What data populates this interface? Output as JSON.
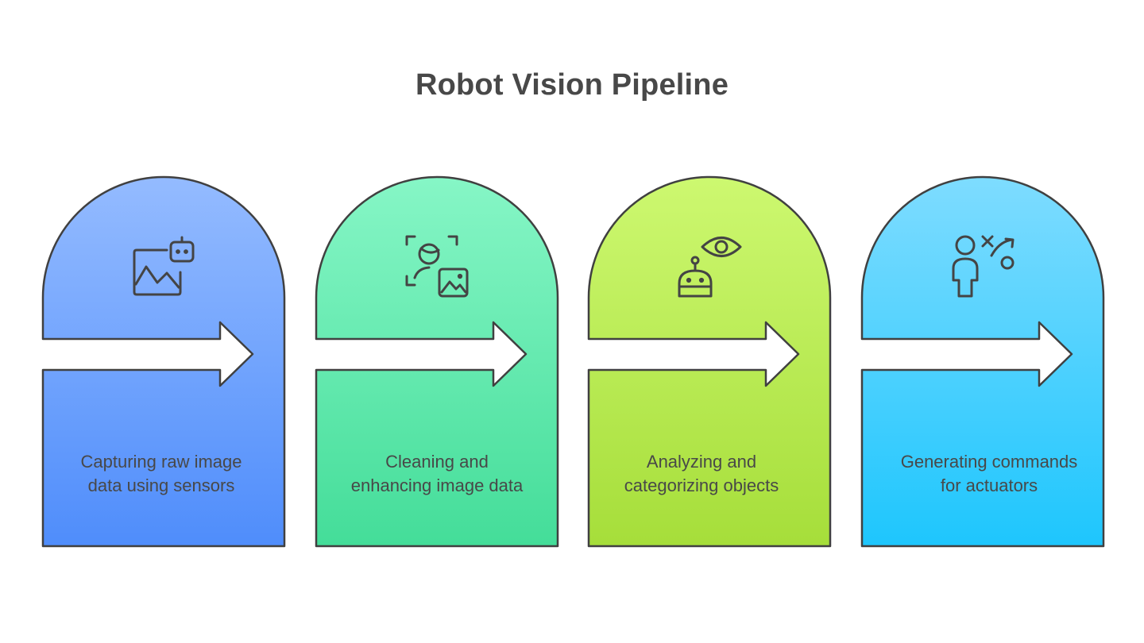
{
  "title": "Robot Vision Pipeline",
  "steps": [
    {
      "lines": [
        "Capturing raw image",
        "data using sensors"
      ],
      "icon": "image-robot-icon",
      "color_top": "#94bbff",
      "color_bottom": "#4f8dfb"
    },
    {
      "lines": [
        "Cleaning and",
        "enhancing image data"
      ],
      "icon": "person-image-scan-icon",
      "color_top": "#86f6c6",
      "color_bottom": "#44dd99"
    },
    {
      "lines": [
        "Analyzing and",
        "categorizing objects"
      ],
      "icon": "robot-eye-icon",
      "color_top": "#cdf870",
      "color_bottom": "#a6de3a"
    },
    {
      "lines": [
        "Generating commands",
        "for actuators"
      ],
      "icon": "person-strategy-icon",
      "color_top": "#7edcff",
      "color_bottom": "#1ec6fd"
    }
  ]
}
